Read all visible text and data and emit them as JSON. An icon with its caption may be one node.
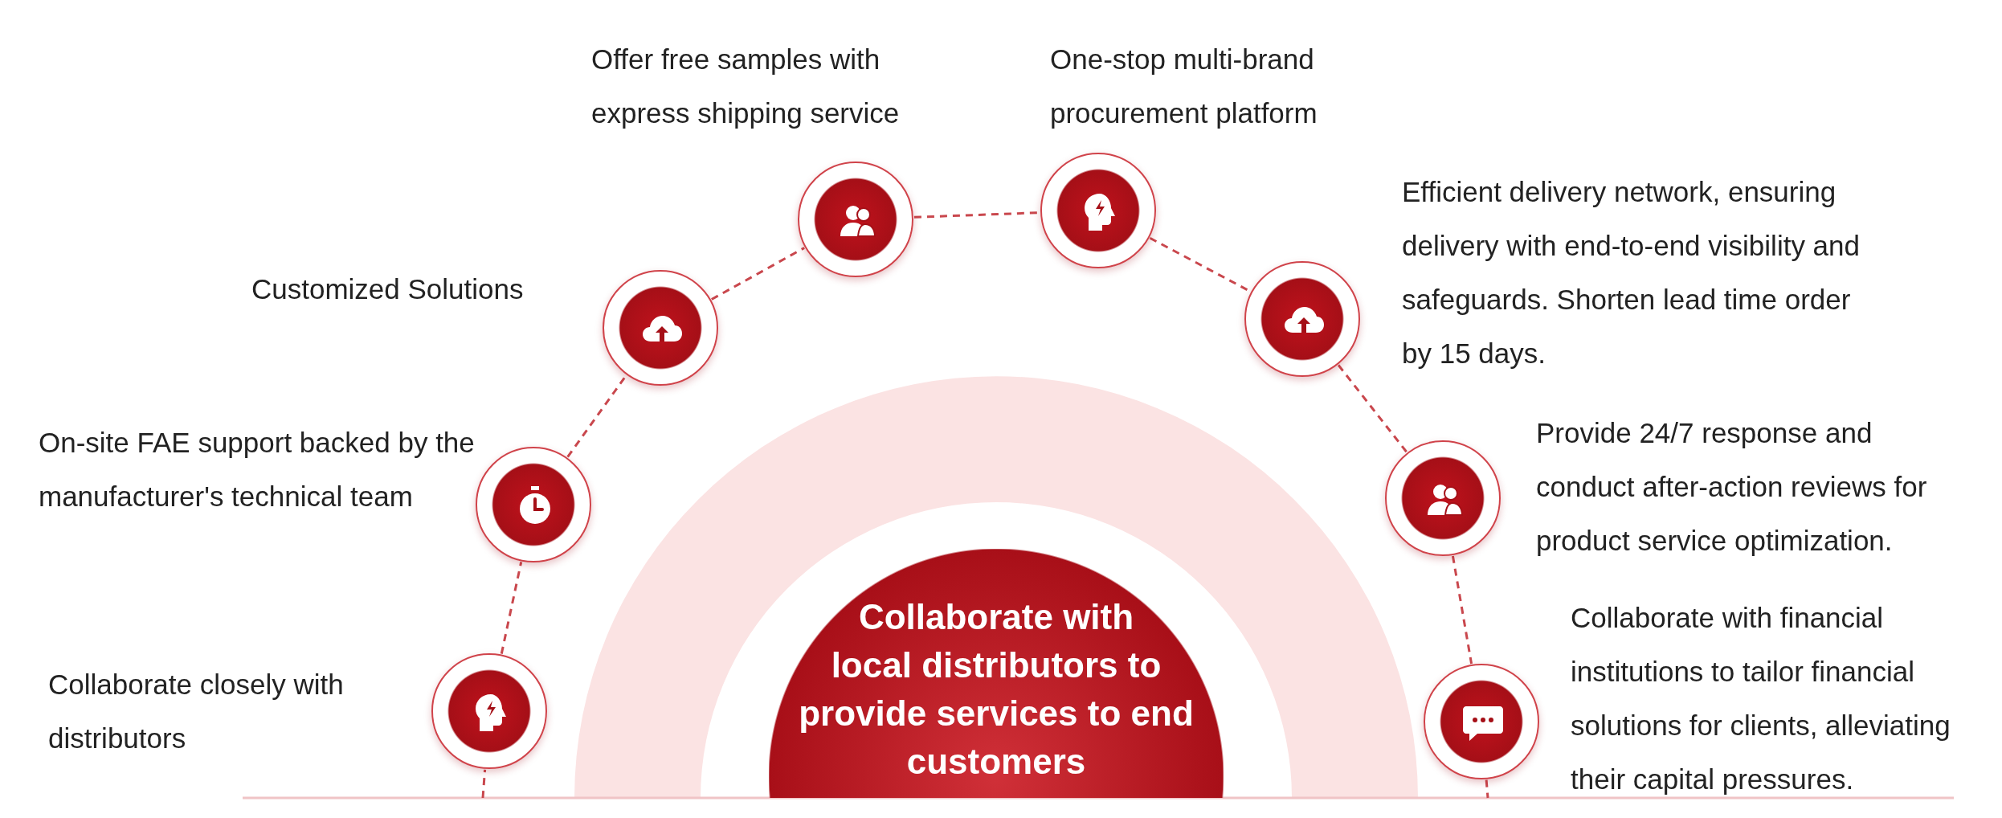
{
  "diagram": {
    "nodes": [
      {
        "text": [],
        "shape": "circle",
        "beside": [
          "Collaborate closely with distributors"
        ]
      },
      {
        "text": [],
        "shape": "circle",
        "beside": [
          "On-site FAE support backed by the manufacturer's technical team"
        ]
      },
      {
        "text": [],
        "shape": "circle",
        "beside": [
          "Customized Solutions"
        ]
      },
      {
        "text": [],
        "shape": "circle",
        "beside": [
          "Offer free samples with express shipping service"
        ]
      },
      {
        "text": [],
        "shape": "circle",
        "beside": [
          "One-stop multi-brand procurement platform"
        ]
      },
      {
        "text": [],
        "shape": "circle",
        "beside": [
          "Efficient delivery network, ensuring delivery with end-to-end visibility and safeguards. Shorten lead time order by 15 days."
        ]
      },
      {
        "text": [],
        "shape": "circle",
        "beside": [
          "Provide 24/7 response and conduct after-action reviews for product service optimization."
        ]
      },
      {
        "text": [],
        "shape": "circle",
        "beside": [
          "Collaborate with financial institutions to tailor financial solutions for clients, alleviating their capital pressures."
        ]
      },
      {
        "text": [
          "Collaborate with local distributors to provide services to end customers"
        ]
      }
    ],
    "edges": [
      {
        "from": null,
        "to": 0,
        "arrow": "none",
        "style": "dashed"
      },
      {
        "from": 0,
        "to": 1,
        "arrow": "none",
        "style": "dashed"
      },
      {
        "from": 1,
        "to": 2,
        "arrow": "none",
        "style": "dashed"
      },
      {
        "from": 2,
        "to": 3,
        "arrow": "none",
        "style": "dashed"
      },
      {
        "from": 3,
        "to": 4,
        "arrow": "none",
        "style": "dashed"
      },
      {
        "from": 4,
        "to": 5,
        "arrow": "none",
        "style": "dashed"
      },
      {
        "from": 5,
        "to": 6,
        "arrow": "none",
        "style": "dashed"
      },
      {
        "from": 6,
        "to": 7,
        "arrow": "none",
        "style": "dashed"
      },
      {
        "from": 7,
        "to": null,
        "arrow": "none",
        "style": "dashed"
      }
    ]
  }
}
